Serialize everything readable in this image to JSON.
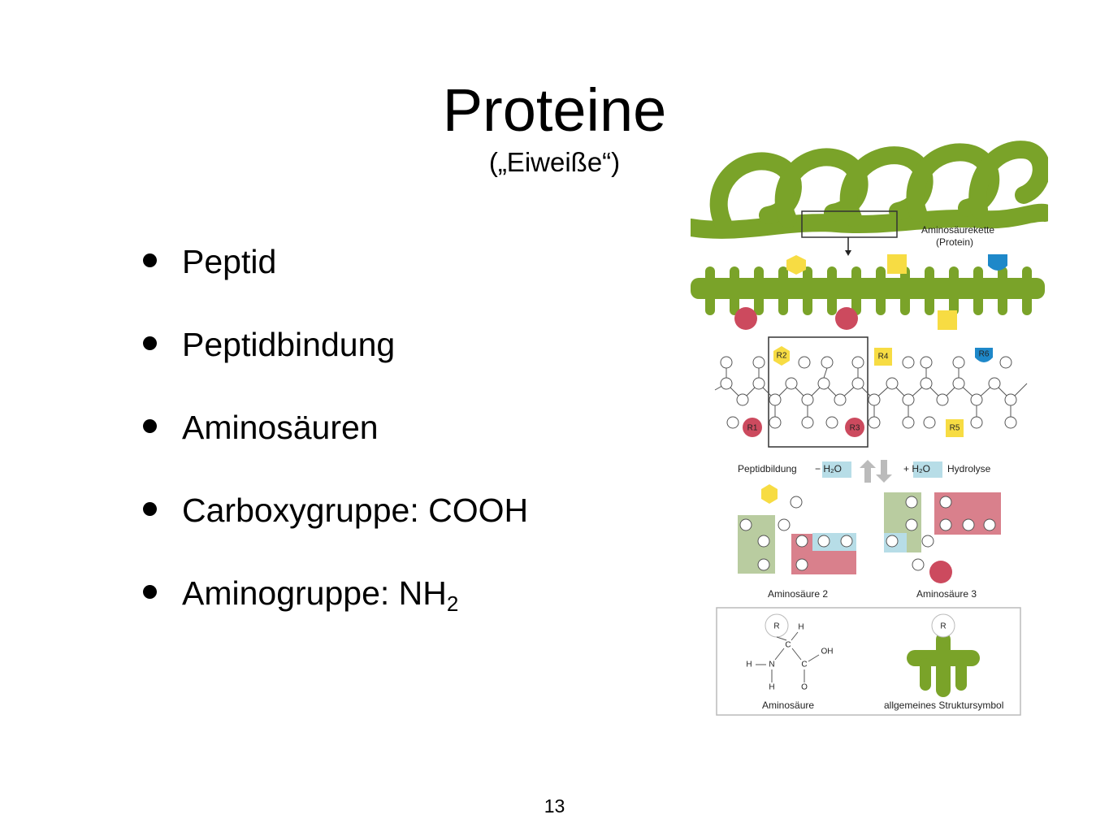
{
  "slide": {
    "title": "Proteine",
    "subtitle": "(„Eiweiße“)",
    "page_number": "13"
  },
  "bullets": [
    {
      "text": "Peptid"
    },
    {
      "text": "Peptidbindung"
    },
    {
      "text": "Aminosäuren"
    },
    {
      "text": "Carboxygruppe: COOH"
    },
    {
      "text": "Aminogruppe: NH",
      "subscript": "2"
    }
  ],
  "figure": {
    "chain_label_line1": "Aminosäurekette",
    "chain_label_line2": "(Protein)",
    "peptide_formation_label": "Peptidbildung",
    "minus_water": "− H₂O",
    "plus_water": "+ H₂O",
    "hydrolysis_label": "Hydrolyse",
    "amino_acid_2_label": "Aminosäure 2",
    "amino_acid_3_label": "Aminosäure 3",
    "amino_acid_label": "Aminosäure",
    "structure_symbol_label": "allgemeines Struktursymbol",
    "residues": [
      "R1",
      "R2",
      "R3",
      "R4",
      "R5",
      "R6"
    ],
    "colors": {
      "chain_green": "#7aa329",
      "residue_red": "#cc4a5e",
      "residue_yellow": "#f7dc43",
      "residue_blue": "#1e88c9",
      "water_blue": "#b7dde7",
      "amino_group_green": "#b9cca0",
      "carboxy_group_red": "#d9808c"
    }
  }
}
